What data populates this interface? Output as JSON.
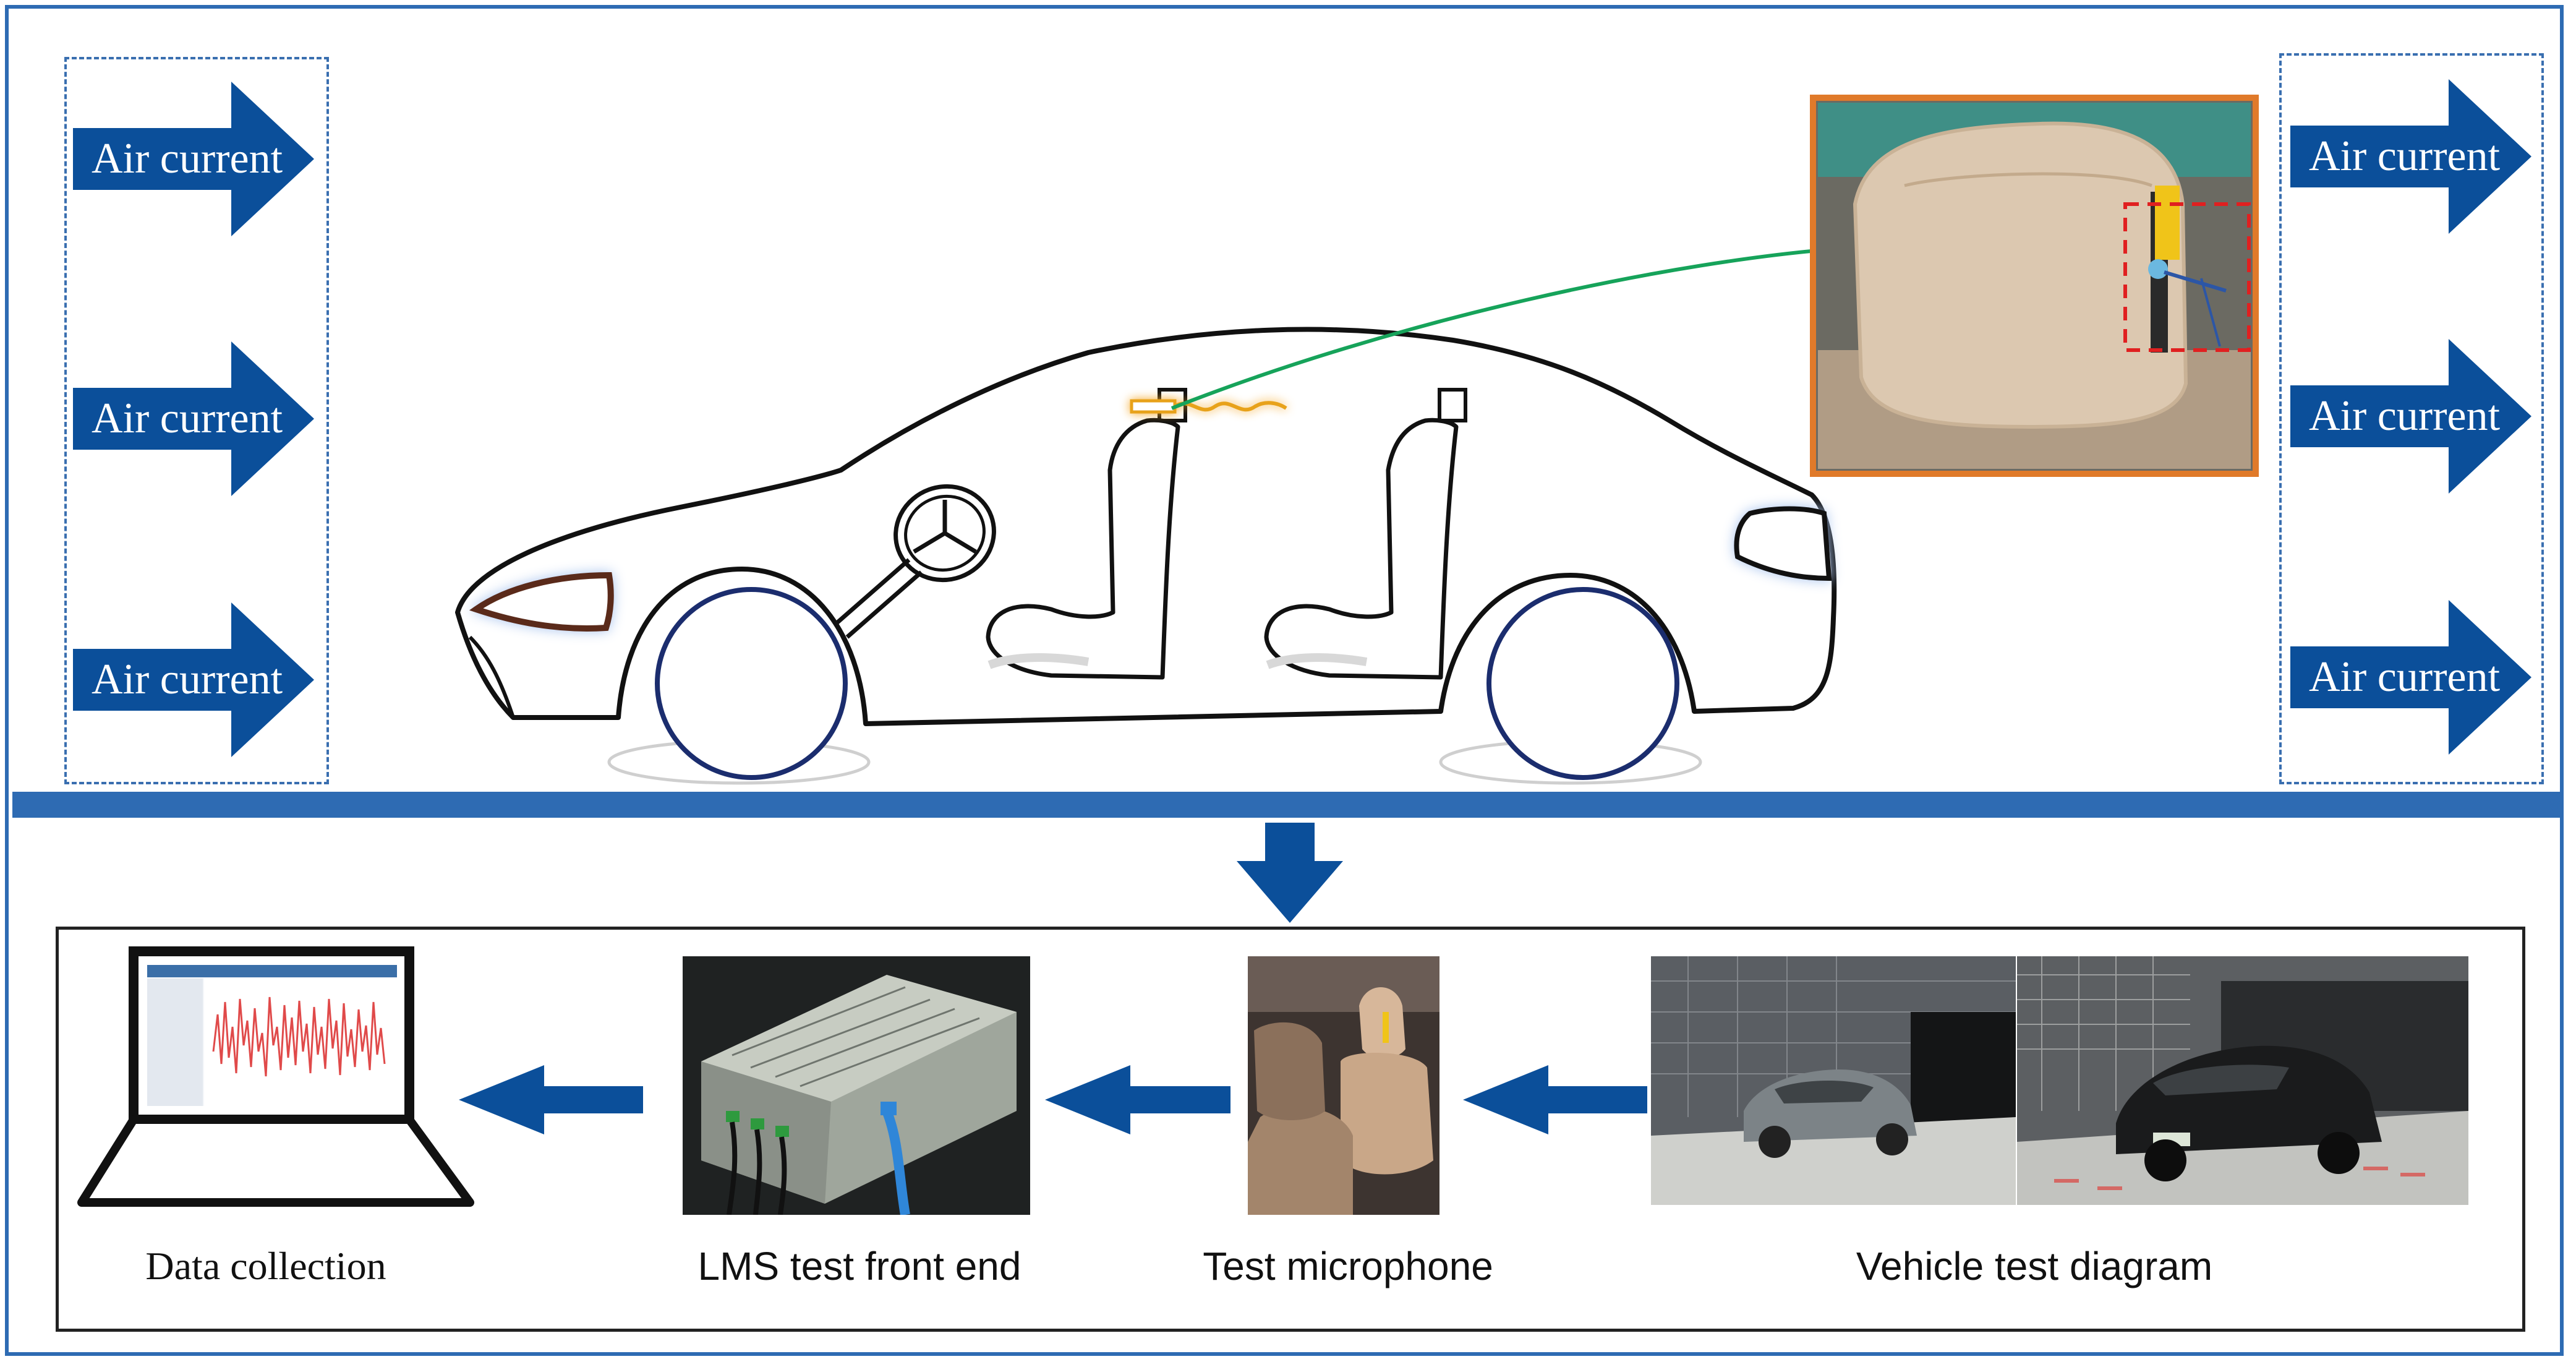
{
  "airflow": {
    "label": "Air current",
    "arrow_color": "#0b4f9a",
    "box_color": "#3a6fb0"
  },
  "pipeline": {
    "steps": [
      {
        "caption": "Data collection"
      },
      {
        "caption": "LMS test front end"
      },
      {
        "caption": "Test microphone"
      },
      {
        "caption": "Vehicle test diagram"
      }
    ],
    "arrow_color": "#0b4f9a"
  },
  "colors": {
    "frame": "#2e6bb3",
    "divider": "#2e6bb3",
    "connector_line": "#16a35a",
    "callout_border": "#e07a2a",
    "highlight_box": "#e02020",
    "wheel": "#1b2d6e"
  }
}
